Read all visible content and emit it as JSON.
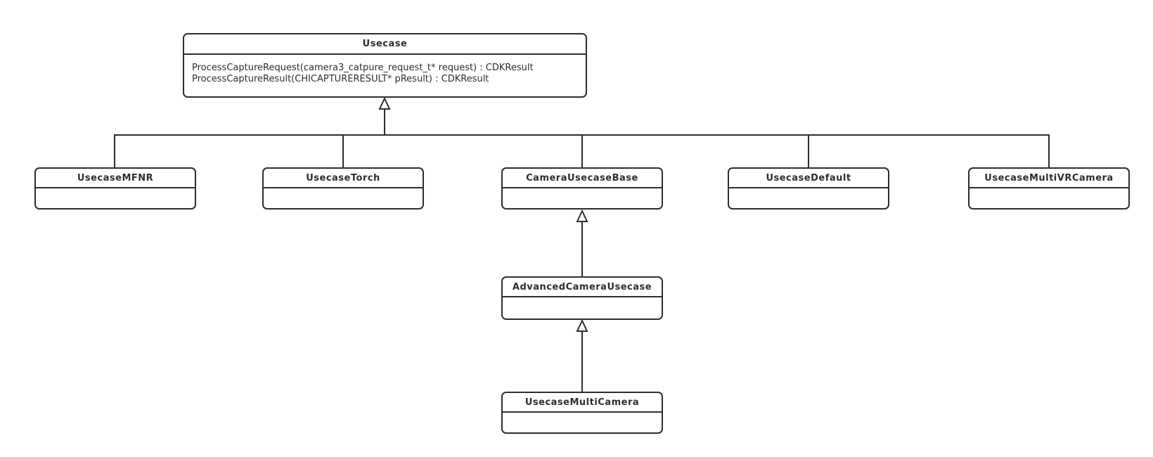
{
  "diagram": {
    "kind": "uml-class-diagram",
    "colors": {
      "stroke": "#2e2e2e",
      "box_fill": "#ffffff",
      "background": "#ffffff"
    },
    "classes": {
      "usecase": {
        "name": "Usecase",
        "methods": [
          "ProcessCaptureRequest(camera3_catpure_request_t* request) : CDKResult",
          "ProcessCaptureResult(CHICAPTURERESULT* pResult) : CDKResult"
        ]
      },
      "usecaseMFNR": {
        "name": "UsecaseMFNR"
      },
      "usecaseTorch": {
        "name": "UsecaseTorch"
      },
      "cameraUsecaseBase": {
        "name": "CameraUsecaseBase"
      },
      "usecaseDefault": {
        "name": "UsecaseDefault"
      },
      "usecaseMultiVRCamera": {
        "name": "UsecaseMultiVRCamera"
      },
      "advancedCameraUsecase": {
        "name": "AdvancedCameraUsecase"
      },
      "usecaseMultiCamera": {
        "name": "UsecaseMultiCamera"
      }
    },
    "relations": [
      {
        "from": "UsecaseMFNR",
        "to": "Usecase",
        "type": "generalization"
      },
      {
        "from": "UsecaseTorch",
        "to": "Usecase",
        "type": "generalization"
      },
      {
        "from": "CameraUsecaseBase",
        "to": "Usecase",
        "type": "generalization"
      },
      {
        "from": "UsecaseDefault",
        "to": "Usecase",
        "type": "generalization"
      },
      {
        "from": "UsecaseMultiVRCamera",
        "to": "Usecase",
        "type": "generalization"
      },
      {
        "from": "AdvancedCameraUsecase",
        "to": "CameraUsecaseBase",
        "type": "generalization"
      },
      {
        "from": "UsecaseMultiCamera",
        "to": "AdvancedCameraUsecase",
        "type": "generalization"
      }
    ]
  }
}
